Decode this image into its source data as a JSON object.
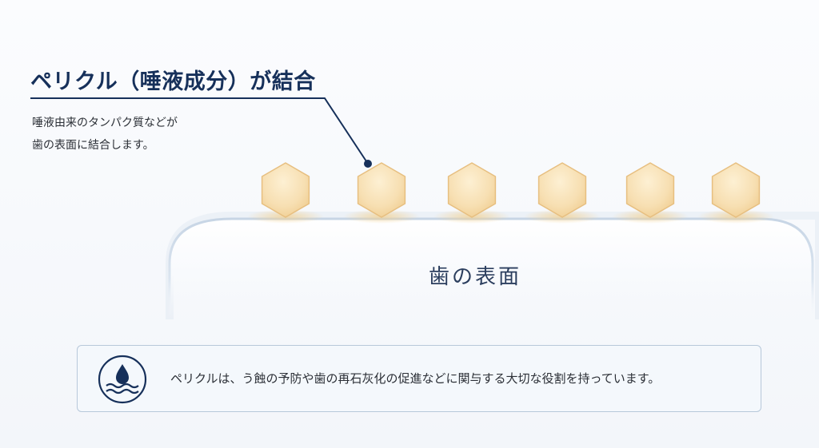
{
  "header": {
    "title": "ペリクル（唾液成分）が結合",
    "description_lines": [
      "唾液由来のタンパク質などが",
      "歯の表面に結合します。"
    ]
  },
  "diagram": {
    "surface_label": "歯の表面",
    "particle_count": 6,
    "colors": {
      "title": "#16305a",
      "particle_fill": "#f7dfb2",
      "particle_stroke": "#e7bf80",
      "tooth_edge": "#c7d5e5",
      "accent": "#16305a"
    }
  },
  "info": {
    "icon": "water-drop-wave-icon",
    "text": "ペリクルは、う蝕の予防や歯の再石灰化の促進などに関与する大切な役割を持っています。"
  }
}
